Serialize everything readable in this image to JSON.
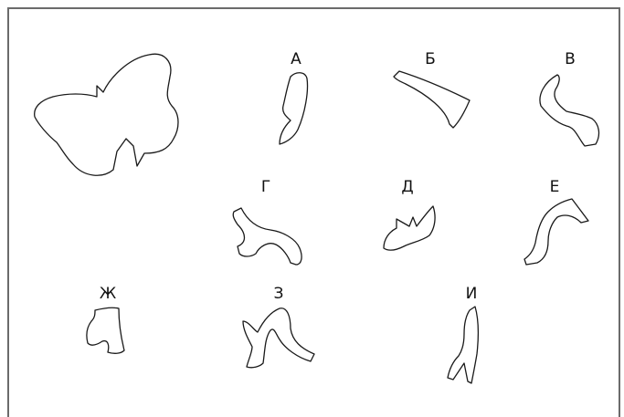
{
  "labels": {
    "a": "А",
    "b": "Б",
    "v": "В",
    "g": "Г",
    "d": "Д",
    "e": "Е",
    "zh": "Ж",
    "z": "З",
    "i": "И"
  },
  "colors": {
    "border": "#6b6b6b",
    "stroke": "#1a1a1a",
    "background": "#ffffff"
  }
}
